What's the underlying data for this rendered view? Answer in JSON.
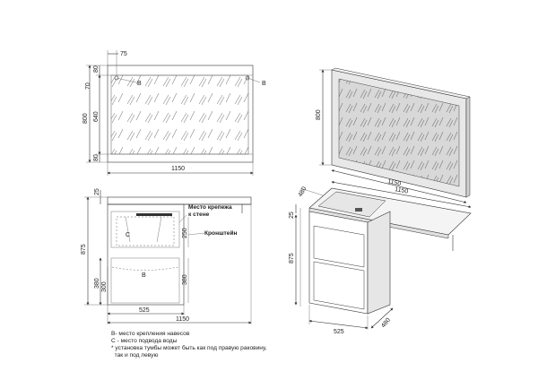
{
  "mirror_front": {
    "dim_width": "1150",
    "dim_height": "800",
    "dim_inner": "640",
    "dim_top_80": "80",
    "dim_bottom_80": "80",
    "dim_70": "70",
    "dim_75": "75",
    "label_b_left": "B",
    "label_b_right": "B"
  },
  "mirror_iso": {
    "dim_height": "800",
    "dim_width": "1150"
  },
  "cabinet_front": {
    "dim_25": "25",
    "dim_875": "875",
    "dim_250": "250",
    "dim_380_right": "380",
    "dim_380_left": "380",
    "dim_300": "300",
    "dim_525": "525",
    "dim_1150": "1150",
    "label_c": "C",
    "label_b": "B",
    "callout_mount": "Место крепежа\nк стене",
    "callout_bracket": "Кронштейн"
  },
  "cabinet_iso": {
    "dim_480_top": "480",
    "dim_1150": "1150",
    "dim_25": "25",
    "dim_875": "875",
    "dim_525": "525",
    "dim_480_bottom": "480"
  },
  "notes": [
    "B- место крепления навесов",
    "C - место подвода воды",
    "* установка тумбы может быть как под правую раковину,",
    "  так и под левую"
  ]
}
